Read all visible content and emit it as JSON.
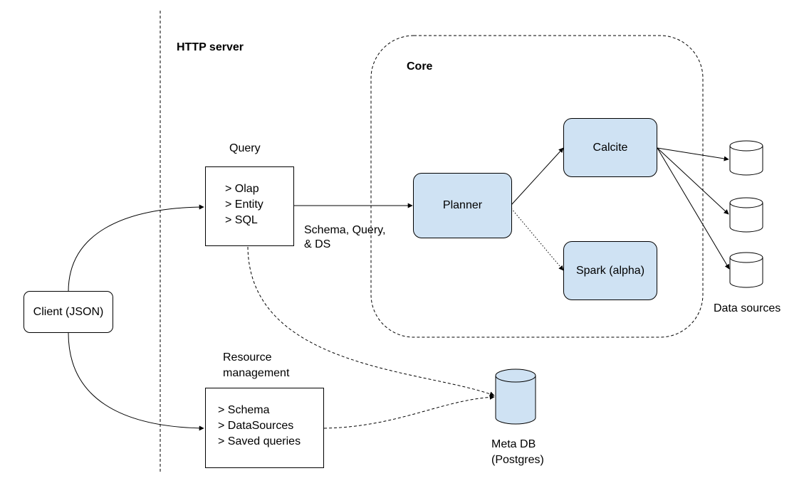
{
  "labels": {
    "http_server": "HTTP server",
    "core": "Core",
    "query_title": "Query",
    "resource_title_line1": "Resource",
    "resource_title_line2": "management",
    "edge_label_line1": "Schema, Query,",
    "edge_label_line2": "& DS",
    "data_sources": "Data sources",
    "meta_db_line1": "Meta DB",
    "meta_db_line2": "(Postgres)"
  },
  "nodes": {
    "client": "Client (JSON)",
    "planner": "Planner",
    "calcite": "Calcite",
    "spark": "Spark (alpha)"
  },
  "query_box": {
    "items": [
      "> Olap",
      "> Entity",
      "> SQL"
    ]
  },
  "resource_box": {
    "items": [
      "> Schema",
      "> DataSources",
      "> Saved queries"
    ]
  },
  "colors": {
    "core_node_fill": "#cfe2f3",
    "db_fill": "#cfe2f3",
    "line": "#000000"
  },
  "icons": {
    "database": "cylinder-icon"
  }
}
